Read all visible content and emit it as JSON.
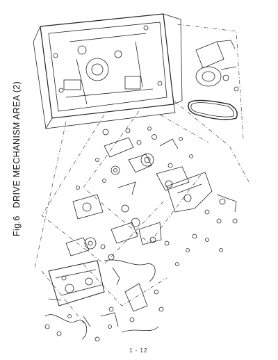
{
  "figure": {
    "label": "Fig.6",
    "caption": "DRIVE MECHANISM AREA (2)"
  },
  "footer": {
    "page_number": "1 - 12"
  }
}
